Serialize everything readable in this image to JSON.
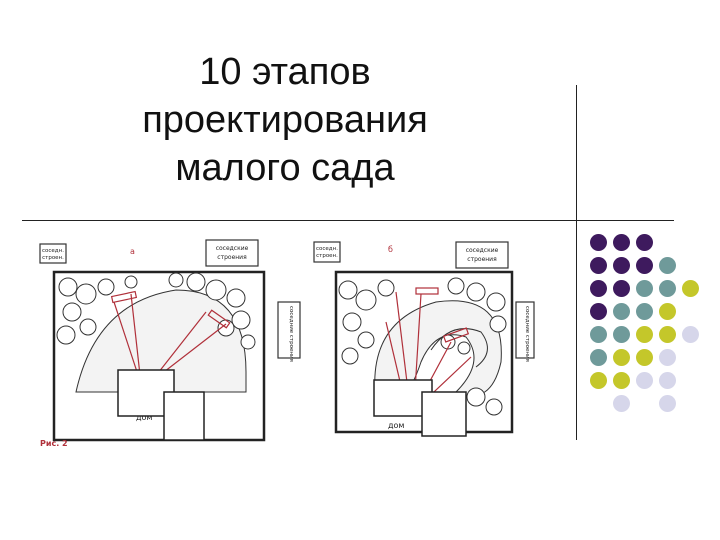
{
  "slide": {
    "title_lines": [
      "10 этапов",
      "проектирования",
      "малого сада"
    ]
  },
  "figure": {
    "caption": "Рис. 2",
    "left_panel": {
      "letter": "а",
      "neighbor_left": [
        "соседн.",
        "строен."
      ],
      "neighbor_top": [
        "соседские",
        "строения"
      ],
      "neighbor_right": "соседние строения",
      "house": "дом"
    },
    "right_panel": {
      "letter": "б",
      "neighbor_left": [
        "соседн.",
        "строен."
      ],
      "neighbor_top": [
        "соседские",
        "строения"
      ],
      "neighbor_right": "соседние строения",
      "house": "дом"
    }
  },
  "colors": {
    "dark_purple": "#3e1a5e",
    "teal_gray": "#6f9a9a",
    "yellow_green": "#c4c72a",
    "light_lavender": "#d6d6ea",
    "sight_lines": "#b0303a"
  },
  "dot_grid": [
    [
      "dark_purple",
      "dark_purple",
      "dark_purple",
      null,
      null
    ],
    [
      "dark_purple",
      "dark_purple",
      "dark_purple",
      "teal_gray",
      null
    ],
    [
      "dark_purple",
      "dark_purple",
      "teal_gray",
      "teal_gray",
      "yellow_green"
    ],
    [
      "dark_purple",
      "teal_gray",
      "teal_gray",
      "yellow_green",
      null
    ],
    [
      "teal_gray",
      "teal_gray",
      "yellow_green",
      "yellow_green",
      "light_lavender"
    ],
    [
      "teal_gray",
      "yellow_green",
      "yellow_green",
      "light_lavender",
      null
    ],
    [
      "yellow_green",
      "yellow_green",
      "light_lavender",
      "light_lavender",
      null
    ],
    [
      null,
      "light_lavender",
      null,
      "light_lavender",
      null
    ]
  ]
}
